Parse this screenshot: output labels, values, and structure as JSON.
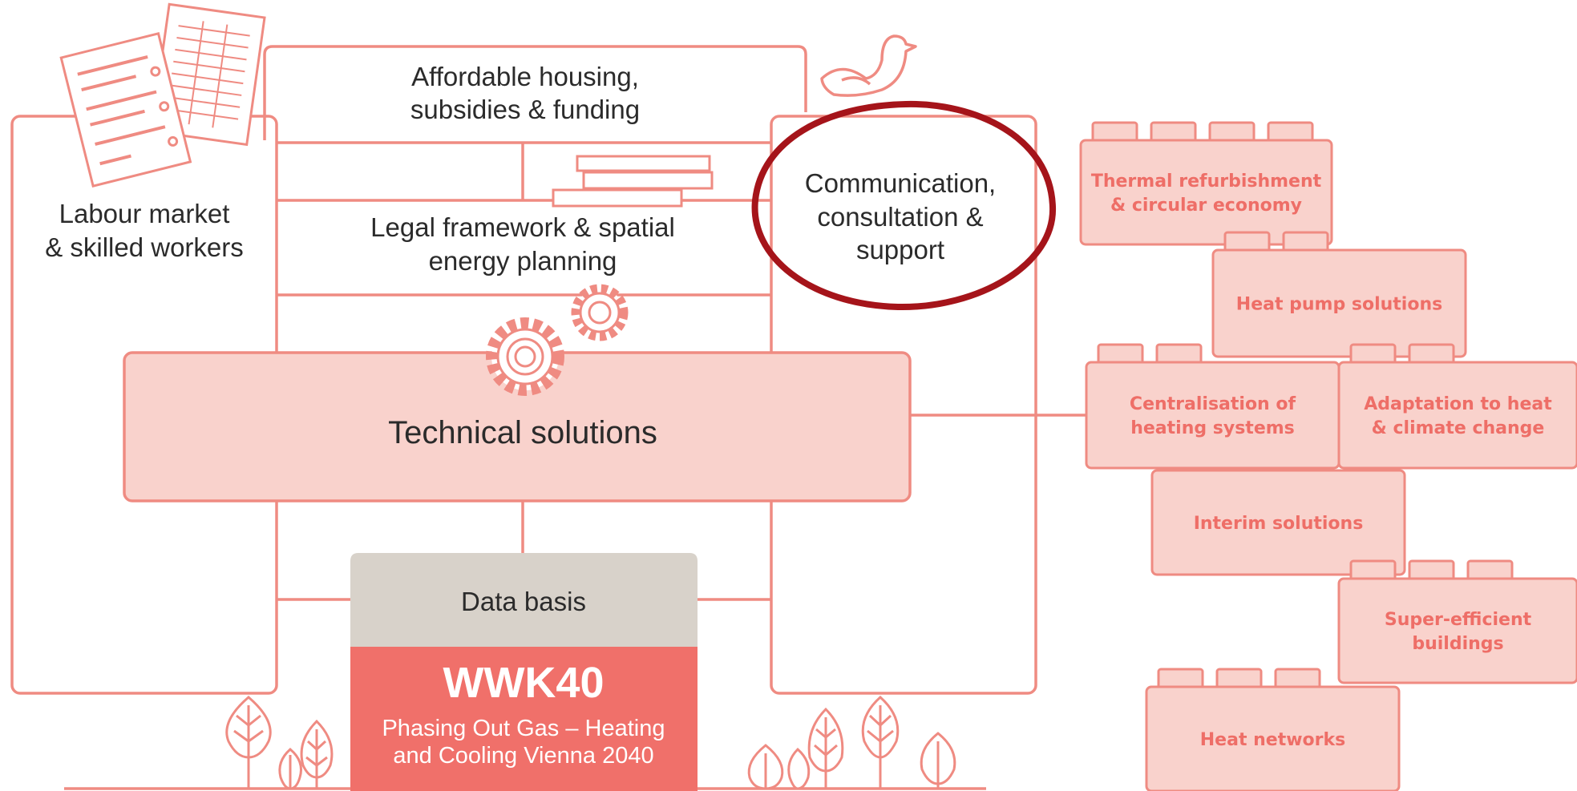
{
  "colors": {
    "line": "#ef8b82",
    "fill": "#f9d2cc",
    "brand": "#f0706a",
    "data_basis": "#d8d2ca",
    "block_text": "#ee6e67",
    "circle": "#a5141a"
  },
  "boxes": {
    "affordable_housing": [
      "Affordable housing,",
      "subsidies & funding"
    ],
    "labour_market": [
      "Labour market",
      "& skilled workers"
    ],
    "legal_framework": [
      "Legal framework & spatial",
      "energy planning"
    ],
    "communication": [
      "Communication,",
      "consultation &",
      "support"
    ],
    "technical_solutions": "Technical solutions",
    "data_basis": "Data basis"
  },
  "wwk40": {
    "title": "WWK40",
    "subtitle": [
      "Phasing Out Gas – Heating",
      "and Cooling Vienna 2040"
    ]
  },
  "blocks": [
    [
      "Thermal refurbishment",
      "& circular economy"
    ],
    [
      "Heat pump solutions"
    ],
    [
      "Centralisation of",
      "heating systems"
    ],
    [
      "Adaptation to heat",
      "& climate change"
    ],
    [
      "Interim solutions"
    ],
    [
      "Super-efficient",
      "buildings"
    ],
    [
      "Heat networks"
    ]
  ],
  "icons": [
    "documents-icon",
    "bird-icon",
    "books-icon",
    "gears-icon",
    "tree-icon",
    "lego-block-icon"
  ],
  "highlight": "hand-drawn-circle around Communication box"
}
